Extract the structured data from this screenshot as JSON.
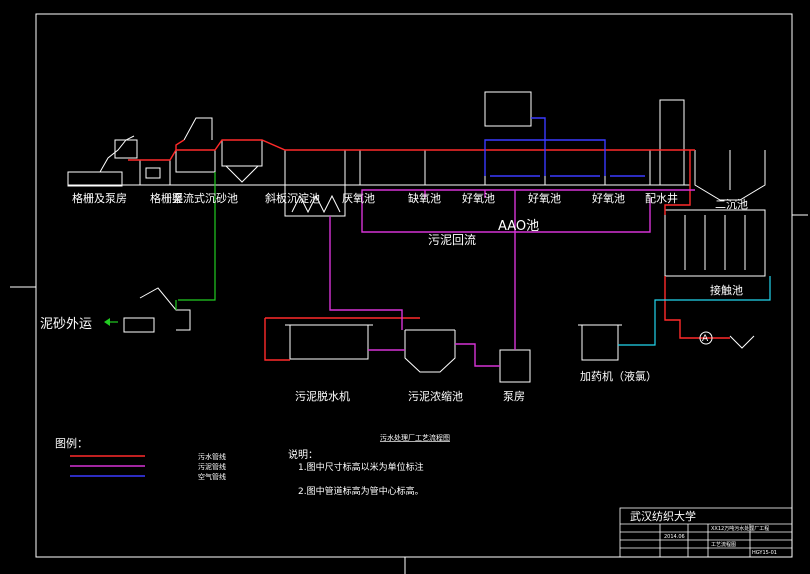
{
  "labels": {
    "grille_pump_room": "格栅及泵房",
    "fine_grille": "格栅渠",
    "vortex_grit": "竖流式沉砂池",
    "inclined_settle": "斜板沉淀池",
    "anaerobic": "厌氧池",
    "anoxic": "缺氧池",
    "aerobic1": "好氧池",
    "aerobic2": "好氧池",
    "aerobic3": "好氧池",
    "distribution_well": "配水井",
    "secondary_settle": "二沉池",
    "contact_tank": "接触池",
    "aao": "AAO池",
    "sludge_return": "污泥回流",
    "grit_out": "泥砂外运",
    "dewatering": "污泥脱水机",
    "thickener": "污泥浓缩池",
    "pump_house": "泵房",
    "dosing": "加药机（液氯）",
    "meter": "A"
  },
  "legend": {
    "title": "图例：",
    "items": [
      {
        "label": "污水管线",
        "color": "#ff2a2a"
      },
      {
        "label": "污泥管线",
        "color": "#d633d6"
      },
      {
        "label": "空气管线",
        "color": "#3a3aff"
      }
    ]
  },
  "notes": {
    "heading": "说明：",
    "lines": [
      "1.图中尺寸标高以米为单位标注",
      "2.图中管道标高为管中心标高。"
    ]
  },
  "drawing_caption": "污水处理厂工艺流程图",
  "title_block": {
    "org": "武汉纺织大学",
    "project": "XX12万吨污水处理厂工程",
    "sheet": "工艺流程图",
    "drawing_no": "HGY15-01",
    "date": "2014.06"
  },
  "colors": {
    "sewage": "#ff2a2a",
    "sludge": "#d633d6",
    "air": "#3a3aff",
    "structure": "#ffffff",
    "grit": "#22cc22",
    "chlorine": "#22d6ee",
    "label": "#ffffff"
  }
}
